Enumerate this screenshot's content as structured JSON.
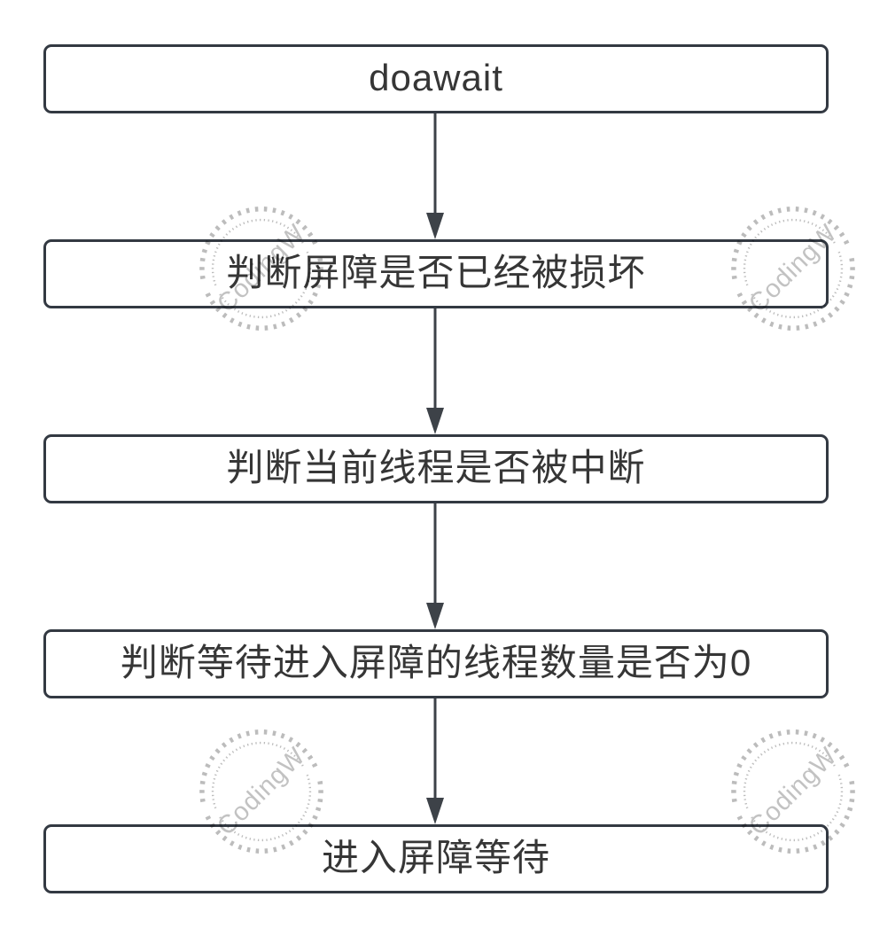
{
  "flowchart": {
    "nodes": [
      {
        "label": "doawait"
      },
      {
        "label": "判断屏障是否已经被损坏"
      },
      {
        "label": "判断当前线程是否被中断"
      },
      {
        "label": "判断等待进入屏障的线程数量是否为0"
      },
      {
        "label": "进入屏障等待"
      }
    ],
    "edges": [
      {
        "from": 0,
        "to": 1
      },
      {
        "from": 1,
        "to": 2
      },
      {
        "from": 2,
        "to": 3
      },
      {
        "from": 3,
        "to": 4
      }
    ],
    "colors": {
      "node_border": "#333942",
      "node_fill": "#ffffff",
      "text": "#363636",
      "arrow": "#3d4248",
      "watermark": "#bcbcbc",
      "background": "#ffffff"
    },
    "watermark": {
      "text": "CodingW"
    }
  }
}
